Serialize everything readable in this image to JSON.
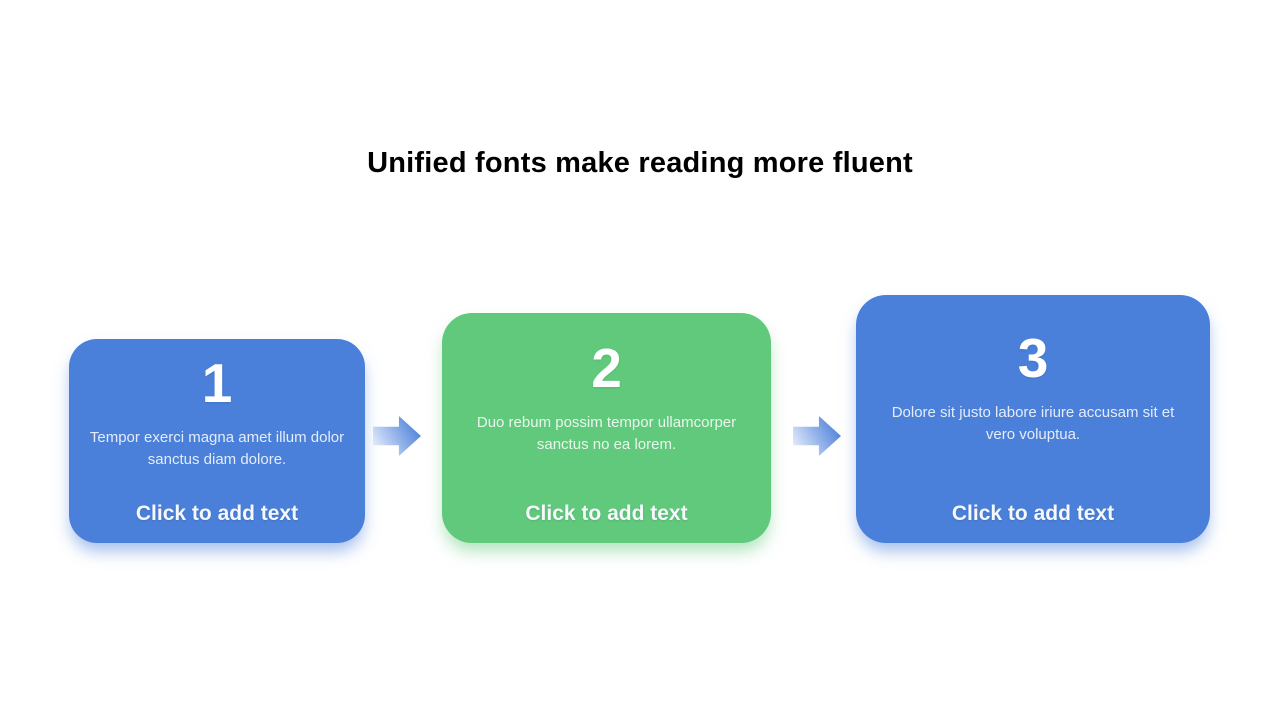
{
  "slide": {
    "title": "Unified fonts make reading more fluent",
    "background_color": "#ffffff",
    "colors": {
      "blue": "#4a80d9",
      "green": "#61c97c",
      "arrow_gradient_start": "#f4f8fe",
      "arrow_gradient_end": "#4a80d9"
    },
    "steps": [
      {
        "number": "1",
        "color": "#4a80d9",
        "body": "Tempor exerci magna amet illum dolor sanctus diam dolore.",
        "placeholder": "Click to add text"
      },
      {
        "number": "2",
        "color": "#61c97c",
        "body": "Duo rebum possim tempor ullamcorper sanctus no ea lorem.",
        "placeholder": "Click to add text"
      },
      {
        "number": "3",
        "color": "#4a80d9",
        "body": "Dolore sit justo labore iriure accusam sit et vero voluptua.",
        "placeholder": "Click to add text"
      }
    ],
    "arrows": [
      {
        "icon": "arrow-right-icon"
      },
      {
        "icon": "arrow-right-icon"
      }
    ]
  }
}
